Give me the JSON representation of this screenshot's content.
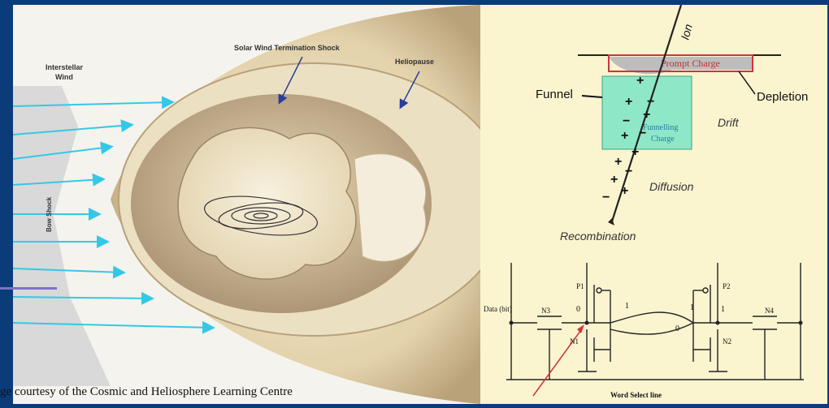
{
  "left_diagram": {
    "labels": {
      "interstellar_wind": [
        "Interstellar",
        "Wind"
      ],
      "termination_shock": "Solar Wind Termination Shock",
      "heliopause": "Heliopause",
      "bow_shock": "Bow Shock"
    },
    "caption": "ge courtesy of the Cosmic and  Heliosphere Learning Centre"
  },
  "right_diagram": {
    "labels": {
      "ion": "Ion",
      "prompt_charge": "Prompt Charge",
      "depletion": "Depletion",
      "funnel": "Funnel",
      "funneling_charge": [
        "Funnelling",
        "Charge"
      ],
      "drift": "Drift",
      "diffusion": "Diffusion",
      "recombination": "Recombination"
    },
    "circuit": {
      "data_label": "Data (bit)",
      "word_select": "Word Select line",
      "transistors": [
        "P1",
        "P2",
        "N1",
        "N2",
        "N3",
        "N4"
      ],
      "values": [
        "0",
        "1",
        "1",
        "0",
        "1"
      ]
    }
  },
  "colors": {
    "frame_blue": "#0b3c7a",
    "arrow_cyan": "#35c8e6",
    "prompt_red": "#d0343a",
    "funnel_green": "#8ee8c8"
  }
}
